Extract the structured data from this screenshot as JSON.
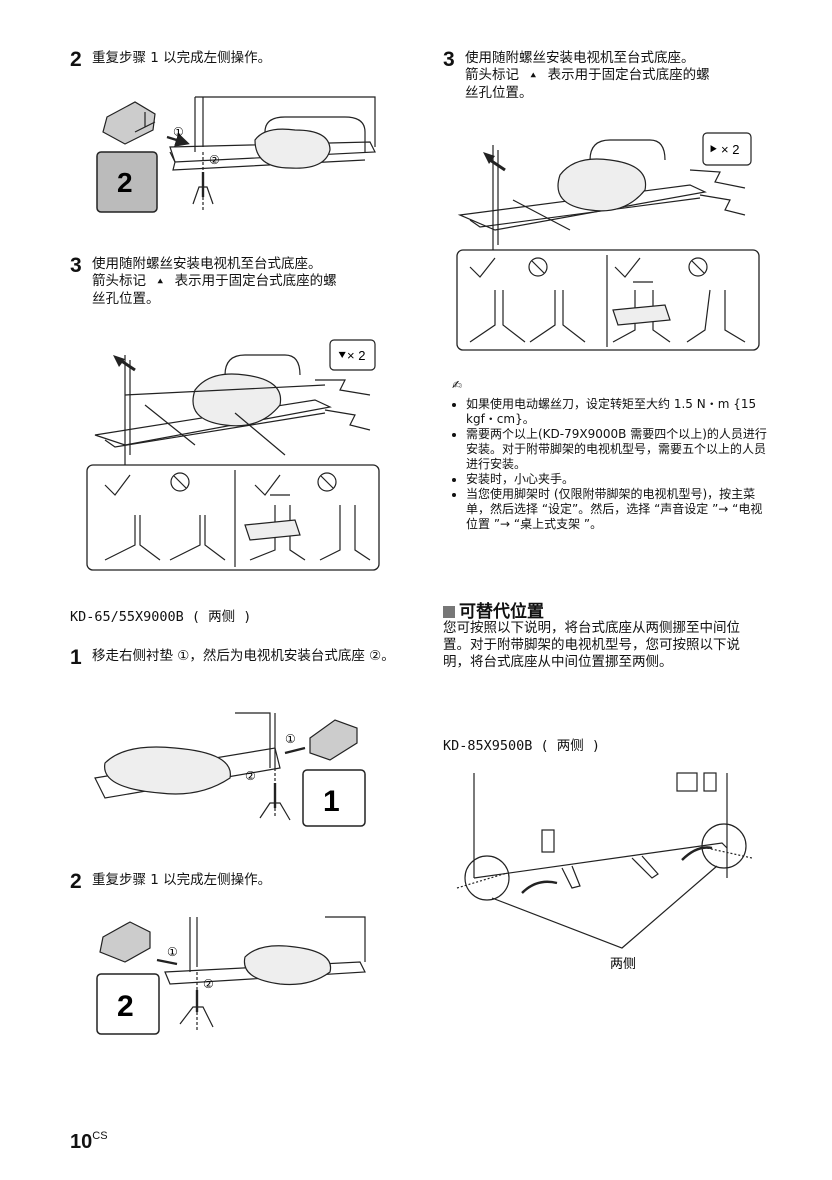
{
  "left": {
    "step2a": {
      "num": "2",
      "text": "重复步骤 1 以完成左侧操作。"
    },
    "fig1": {
      "label_1": "①",
      "label_2": "②",
      "badge": "2"
    },
    "step3": {
      "num": "3",
      "line1": "使用随附螺丝安装电视机至台式底座。",
      "line2a": "箭头标记",
      "arrow_glyph": "⯅",
      "line2b": "表示用于固定台式底座的螺",
      "line3": "丝孔位置。"
    },
    "fig2": {
      "callout": "× 2"
    },
    "model_heading": "KD-65/55X9000B ( 两侧 )",
    "step1": {
      "num": "1",
      "text": "移走右侧衬垫 ①，然后为电视机安装台式底座 ②。"
    },
    "fig3": {
      "label_1": "①",
      "label_2": "②",
      "badge": "1"
    },
    "step2b": {
      "num": "2",
      "text": "重复步骤 1 以完成左侧操作。"
    },
    "fig4": {
      "label_1": "①",
      "label_2": "②",
      "badge": "2"
    }
  },
  "right": {
    "step3": {
      "num": "3",
      "line1": "使用随附螺丝安装电视机至台式底座。",
      "line2a": "箭头标记",
      "arrow_glyph": "⯅",
      "line2b": "表示用于固定台式底座的螺",
      "line3": "丝孔位置。"
    },
    "fig5": {
      "callout": "× 2"
    },
    "notes": {
      "icon": "✍",
      "items": [
        "如果使用电动螺丝刀，设定转矩至大约 1.5 N・m {15 kgf・cm}。",
        "需要两个以上(KD-79X9000B 需要四个以上)的人员进行安装。对于附带脚架的电视机型号，需要五个以上的人员进行安装。",
        "安装时，小心夹手。",
        "当您使用脚架时 (仅限附带脚架的电视机型号)，按主菜单，然后选择 “设定”。然后，选择 “声音设定 ”→ “电视位置 ”→ “桌上式支架 ”。"
      ]
    },
    "section": {
      "title": "可替代位置",
      "body": "您可按照以下说明，将台式底座从两侧挪至中间位置。对于附带脚架的电视机型号，您可按照以下说明，将台式底座从中间位置挪至两侧。"
    },
    "model_heading": "KD-85X9500B ( 两侧 )",
    "fig6": {
      "caption": "两侧"
    }
  },
  "page": {
    "number": "10",
    "suffix": "CS"
  }
}
